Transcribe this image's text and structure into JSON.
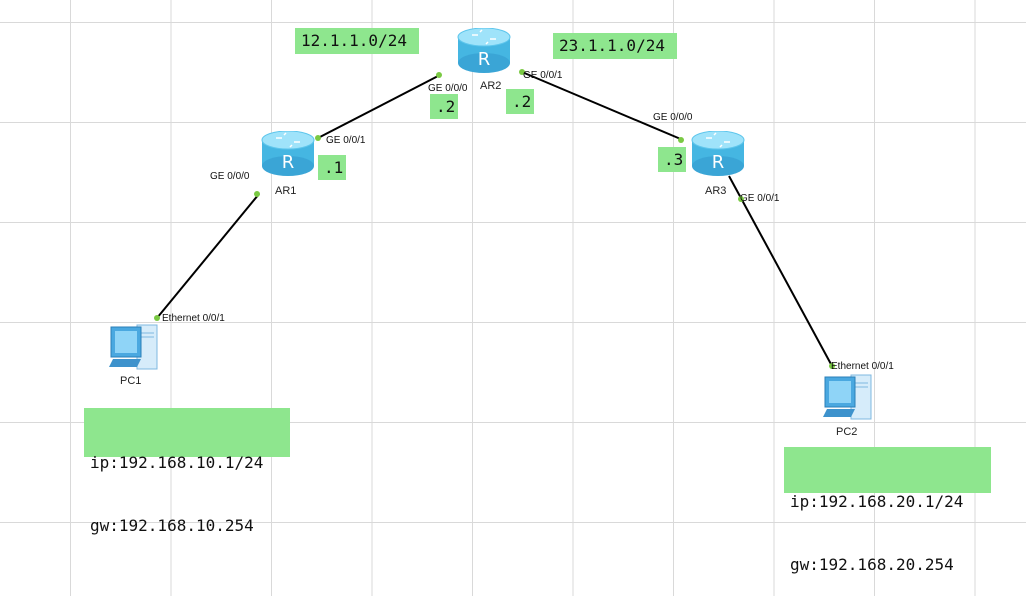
{
  "devices": {
    "ar1": "AR1",
    "ar2": "AR2",
    "ar3": "AR3",
    "pc1": "PC1",
    "pc2": "PC2"
  },
  "ports": {
    "ar1_ge000": "GE 0/0/0",
    "ar1_ge001": "GE 0/0/1",
    "ar2_ge000": "GE 0/0/0",
    "ar2_ge001": "GE 0/0/1",
    "ar3_ge000": "GE 0/0/0",
    "ar3_ge001": "GE 0/0/1",
    "pc1_eth": "Ethernet 0/0/1",
    "pc2_eth": "Ethernet 0/0/1"
  },
  "notes": {
    "net_ar1_ar2": "12.1.1.0/24",
    "net_ar2_ar3": "23.1.1.0/24",
    "ar1_host": ".1",
    "ar2_host_left": ".2",
    "ar2_host_right": ".2",
    "ar3_host": ".3",
    "pc1_ip": "ip:192.168.10.1/24",
    "pc1_gw": "gw:192.168.10.254",
    "pc2_ip": "ip:192.168.20.1/24",
    "pc2_gw": "gw:192.168.20.254"
  },
  "colors": {
    "note_bg": "#8ee68e",
    "port_dot": "#7ac943",
    "router_body": "#5cc8ee",
    "link": "#000000"
  },
  "icons": {
    "router": "router-icon",
    "pc": "pc-icon"
  }
}
